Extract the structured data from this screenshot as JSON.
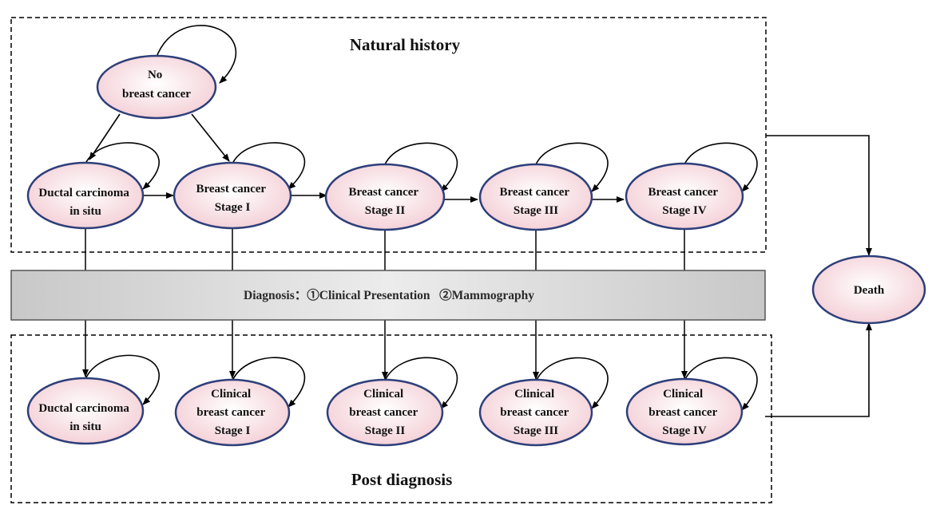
{
  "groups": {
    "natural": "Natural history",
    "post": "Post diagnosis"
  },
  "band": "Diagnosis：①Clinical Presentation   ②Mammography",
  "colors": {
    "node_fill": "#f7dfe4",
    "node_stroke": "#2e3f7a",
    "band": "#d4d4d4"
  },
  "nodes": {
    "nbc": [
      "No",
      "breast cancer"
    ],
    "dcis": [
      "Ductal carcinoma",
      "in situ"
    ],
    "s1": [
      "Breast cancer",
      "Stage I"
    ],
    "s2": [
      "Breast cancer",
      "Stage II"
    ],
    "s3": [
      "Breast cancer",
      "Stage III"
    ],
    "s4": [
      "Breast cancer",
      "Stage IV"
    ],
    "cdcis": [
      "Ductal carcinoma",
      "in situ"
    ],
    "c1": [
      "Clinical",
      "breast cancer",
      "Stage I"
    ],
    "c2": [
      "Clinical",
      "breast cancer",
      "Stage II"
    ],
    "c3": [
      "Clinical",
      "breast cancer",
      "Stage III"
    ],
    "c4": [
      "Clinical",
      "breast cancer",
      "Stage IV"
    ],
    "death": [
      "Death"
    ]
  }
}
